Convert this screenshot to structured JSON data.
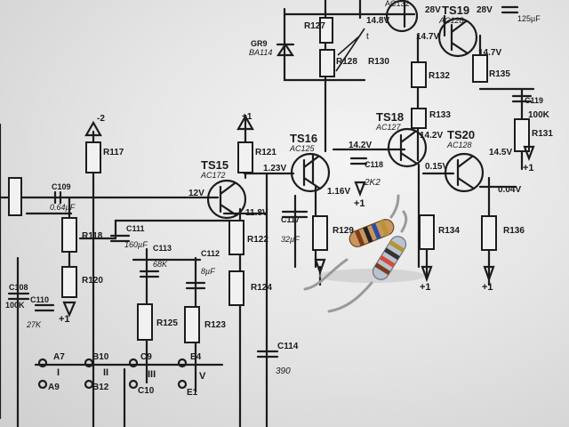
{
  "top": {
    "ac132": "AC132",
    "v148": "14.8V",
    "v28a": "28V",
    "ts19": "TS19",
    "ac128a": "AC128",
    "v28b": "28V",
    "v147a": "14.7V",
    "v147b": "14.7V",
    "c125uf": "125µF",
    "r127": "R127",
    "gr9": "GR9",
    "ba114": "BA114",
    "r128": "R128",
    "r130": "R130",
    "t": "t",
    "r132": "R132",
    "r135": "R135",
    "c119": "C119",
    "k100b": "100K",
    "r133": "R133",
    "r131": "R131"
  },
  "mid": {
    "minus2": "-2",
    "r117": "R117",
    "plus1a": "+1",
    "r121": "R121",
    "ts15": "TS15",
    "ac172": "AC172",
    "v123": "1.23V",
    "ts16": "TS16",
    "ac125": "AC125",
    "ts18": "TS18",
    "ac127": "AC127",
    "ts20": "TS20",
    "ac128b": "AC128",
    "v142a": "14.2V",
    "v142b": "14.2V",
    "v145": "14.5V",
    "v015": "0.15V",
    "v12": "12V",
    "v118": "11.8V",
    "v116": "1.16V",
    "v004": "0.04V",
    "c109": "C109",
    "c64uf": "0.64µF",
    "c118": "C118",
    "c2k2": "2K2",
    "plus1b": "+1",
    "plus1c": "+1"
  },
  "low": {
    "r118": "R118",
    "c111": "C111",
    "c160uf": "160µF",
    "r122": "R122",
    "c117": "C117",
    "c32uf": "32µF",
    "r129": "R129",
    "r134": "R134",
    "r136": "R136",
    "r120": "R120",
    "c108": "C108",
    "k100a": "100K",
    "c110": "C110",
    "k27": "27K",
    "plus1d": "+1",
    "c113": "C113",
    "k68": "68K",
    "c112": "C112",
    "c8uf": "8µF",
    "r124": "R124",
    "r125": "R125",
    "r123": "R123",
    "c114": "C114",
    "c390": "390",
    "plus1e": "+1",
    "plus1f": "+1",
    "a7": "A7",
    "b10": "B10",
    "c9": "C9",
    "e4": "E4",
    "a9": "A9",
    "b12": "B12",
    "c10": "C10",
    "e1": "E1",
    "sw1": "I",
    "sw2": "II",
    "sw3": "III",
    "sw5": "V"
  }
}
